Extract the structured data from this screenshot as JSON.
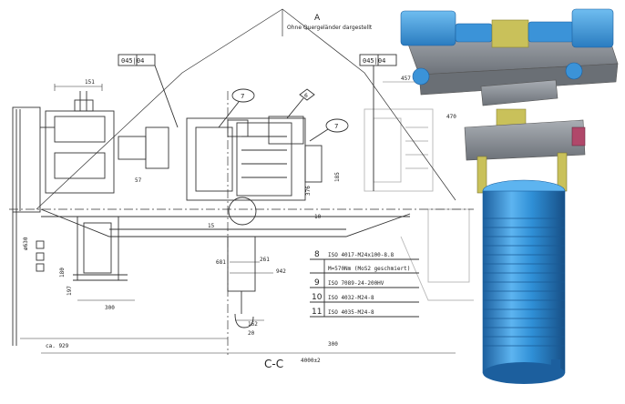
{
  "header": {
    "section_marker": "A",
    "note": "Ohne Quergeländer dargestellt"
  },
  "callouts": {
    "left_tag": "045|04",
    "right_tag": "045|04",
    "balloon_7a": "7",
    "balloon_7b": "7",
    "balloon_6": "6"
  },
  "dimensions": {
    "d151": "151",
    "d457": "457",
    "d470": "470",
    "d630": "ø630",
    "d180": "180",
    "d197": "197",
    "d300a": "300",
    "d300b": "300",
    "d929": "ca. 929",
    "d681": "681",
    "d261": "261",
    "d942": "942",
    "d162": "162",
    "d20": "20",
    "d4000": "4000±2",
    "d15": "15",
    "d185": "185",
    "d10": "10",
    "d376": "376",
    "d57": "57"
  },
  "section_label": "C-C",
  "parts_list": [
    {
      "no": "8",
      "spec": "ISO 4017-M24x100-8.8"
    },
    {
      "no": "",
      "spec": "M=570Nm (MoS2 geschmiert)"
    },
    {
      "no": "9",
      "spec": "ISO 7089-24-200HV"
    },
    {
      "no": "10",
      "spec": "ISO 4032-M24-8"
    },
    {
      "no": "11",
      "spec": "ISO 4035-M24-8"
    }
  ],
  "colors": {
    "line": "#333333",
    "hoist_blue": "#2f8fd6",
    "hoist_blue_dark": "#1c5f9e",
    "trolley_grey": "#8a8f96",
    "accent_yellow": "#c9c15a"
  }
}
